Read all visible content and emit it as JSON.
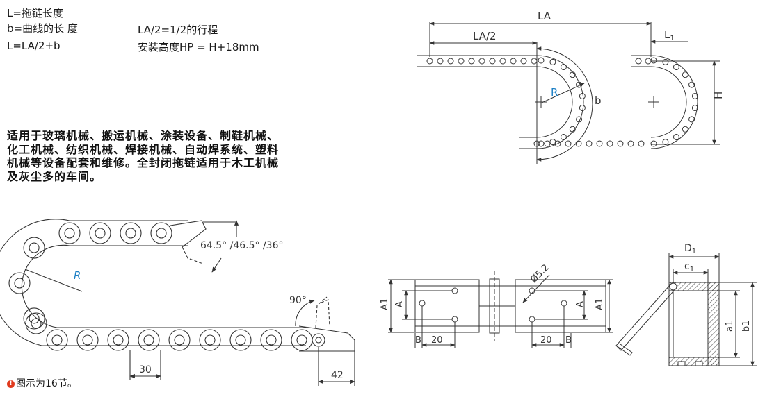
{
  "formulas": {
    "line1": "L=拖链长度",
    "line2": "b=曲线的长 度",
    "line3": "L=LA/2+b",
    "right1": "LA/2=1/2的行程",
    "right2": "安装高度HP = H+18mm"
  },
  "description": [
    "适用于玻璃机械、搬运机械、涂装设备、制鞋机械、",
    "化工机械、纺织机械、焊接机械、自动焊系统、塑料",
    "机械等设备配套和维修。全封闭拖链适用于木工机械",
    "及灰尘多的车间。"
  ],
  "note": {
    "icon": "!",
    "text": "图示为16节。"
  },
  "top_diagram": {
    "LA": "LA",
    "LA_half": "LA/2",
    "L1_main": "L",
    "L1_sub": "1",
    "R": "R",
    "b": "b",
    "H": "H"
  },
  "side_diagram": {
    "angles": "64.5°  /46.5°  /36°",
    "R": "R",
    "angle90": "90°",
    "pitch": "30",
    "end_len": "42"
  },
  "link_diagram": {
    "hole": "Ø5.2",
    "A1_left": "A1",
    "A_left": "A",
    "A_right": "A",
    "A1_right": "A1",
    "B_left": "B",
    "dim20_left": "20",
    "dim20_right": "20",
    "B_right": "B"
  },
  "cross_section": {
    "D_main": "D",
    "D_sub": "1",
    "c_main": "c",
    "c_sub": "1",
    "a1": "a1",
    "b1": "b1"
  },
  "colors": {
    "line": "#333333",
    "R_label": "#1c7fc4",
    "hatch": "#666666",
    "note_icon": "#e03a1e"
  }
}
